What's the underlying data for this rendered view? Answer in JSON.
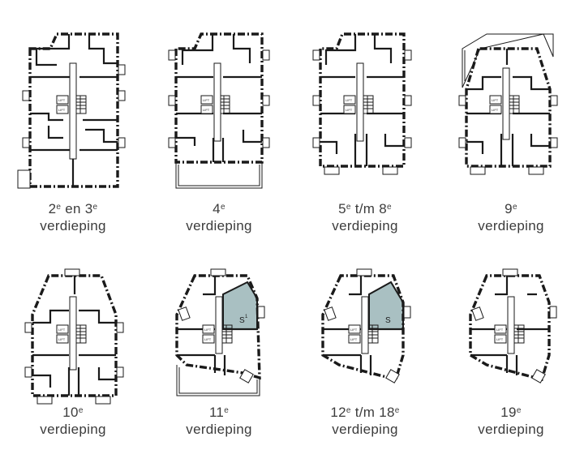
{
  "floors": [
    {
      "num": "2",
      "sup1": "e",
      "mid": " en 3",
      "sup2": "e",
      "label": "verdieping"
    },
    {
      "num": "4",
      "sup1": "e",
      "mid": "",
      "sup2": "",
      "label": "verdieping"
    },
    {
      "num": "5",
      "sup1": "e",
      "mid": " t/m 8",
      "sup2": "e",
      "label": "verdieping"
    },
    {
      "num": "9",
      "sup1": "e",
      "mid": "",
      "sup2": "",
      "label": "verdieping"
    },
    {
      "num": "10",
      "sup1": "e",
      "mid": "",
      "sup2": "",
      "label": "verdieping"
    },
    {
      "num": "11",
      "sup1": "e",
      "mid": "",
      "sup2": "",
      "label": "verdieping",
      "unit": "S",
      "unit_sup": "1"
    },
    {
      "num": "12",
      "sup1": "e",
      "mid": " t/m 18",
      "sup2": "e",
      "label": "verdieping",
      "unit": "S",
      "unit_sup": ""
    },
    {
      "num": "19",
      "sup1": "e",
      "mid": "",
      "sup2": "",
      "label": "verdieping"
    }
  ],
  "lift_label": "LIFT",
  "colors": {
    "highlight": "#a9c0c2",
    "line": "#1a1a1a",
    "text": "#3c3c3c"
  }
}
